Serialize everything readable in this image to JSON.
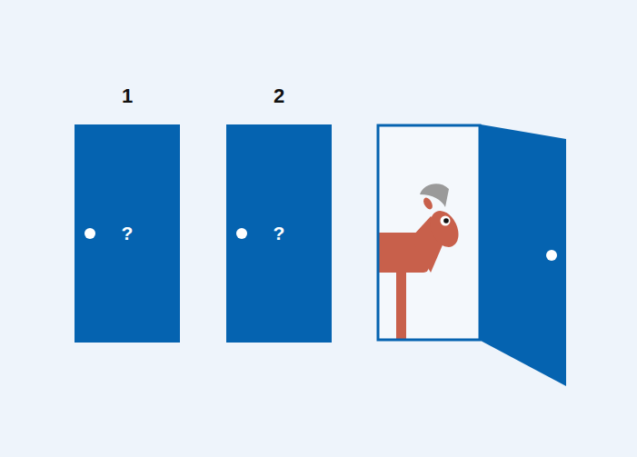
{
  "diagram": {
    "nodes": [
      {
        "text": [
          "1",
          "?"
        ]
      },
      {
        "text": [
          "2",
          "?"
        ]
      }
    ]
  }
}
